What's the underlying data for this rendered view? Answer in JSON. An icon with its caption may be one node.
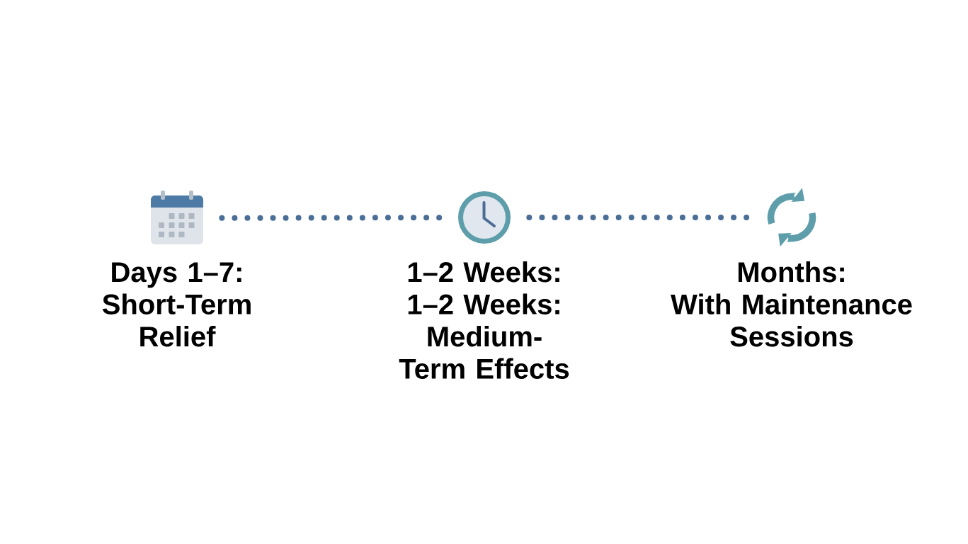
{
  "diagram": {
    "nodes": [
      {
        "text": [],
        "shape": "picture",
        "beside": [
          "Days 1–7:",
          "Short-Term Relief"
        ]
      },
      {
        "text": [],
        "shape": "picture",
        "beside": [
          "1–2 Weeks:",
          "1–2 Weeks: Medium-Term Effects"
        ]
      },
      {
        "text": [],
        "shape": "picture",
        "beside": [
          "Months:",
          "With Maintenance Sessions"
        ]
      }
    ],
    "edges": [
      {
        "from": 0,
        "to": 1,
        "arrow": "none",
        "style": "dashed"
      },
      {
        "from": 1,
        "to": 2,
        "arrow": "none",
        "style": "dashed"
      }
    ]
  }
}
